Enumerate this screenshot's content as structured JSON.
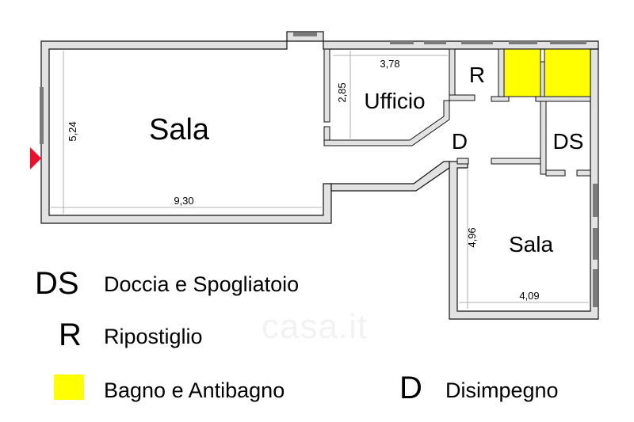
{
  "colors": {
    "wall": "#e2e2e2",
    "wall_edge": "#111111",
    "window": "#7a7a7a",
    "bathroom": "#ffff00",
    "entrance_arrow": "#e8102b"
  },
  "rooms": {
    "sala_main": "Sala",
    "ufficio": "Ufficio",
    "ripostiglio": "R",
    "disimpegno": "D",
    "doccia": "DS",
    "sala_second": "Sala"
  },
  "dimensions": {
    "sala_main_width": "9,30",
    "sala_main_depth": "5,24",
    "ufficio_width": "3,78",
    "ufficio_depth": "2,85",
    "sala_second_width": "4,09",
    "sala_second_depth": "4,96"
  },
  "legend": {
    "ds_key": "DS",
    "ds_label": "Doccia e Spogliatoio",
    "r_key": "R",
    "r_label": "Ripostiglio",
    "bath_swatch_icon": "yellow-square",
    "bath_label": "Bagno e Antibagno",
    "d_key": "D",
    "d_label": "Disimpegno"
  },
  "watermark": "casa.it"
}
